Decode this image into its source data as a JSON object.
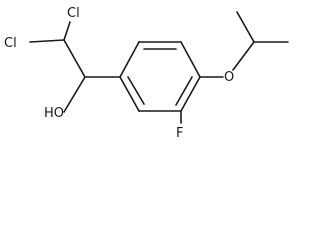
{
  "molecule": {
    "atoms": {
      "cl_top": "Cl",
      "cl_left": "Cl",
      "hydroxyl": "HO",
      "ether_oxygen": "O",
      "fluorine": "F"
    },
    "colors": {
      "ink": "#1a1a1a",
      "background": "#ffffff"
    }
  }
}
